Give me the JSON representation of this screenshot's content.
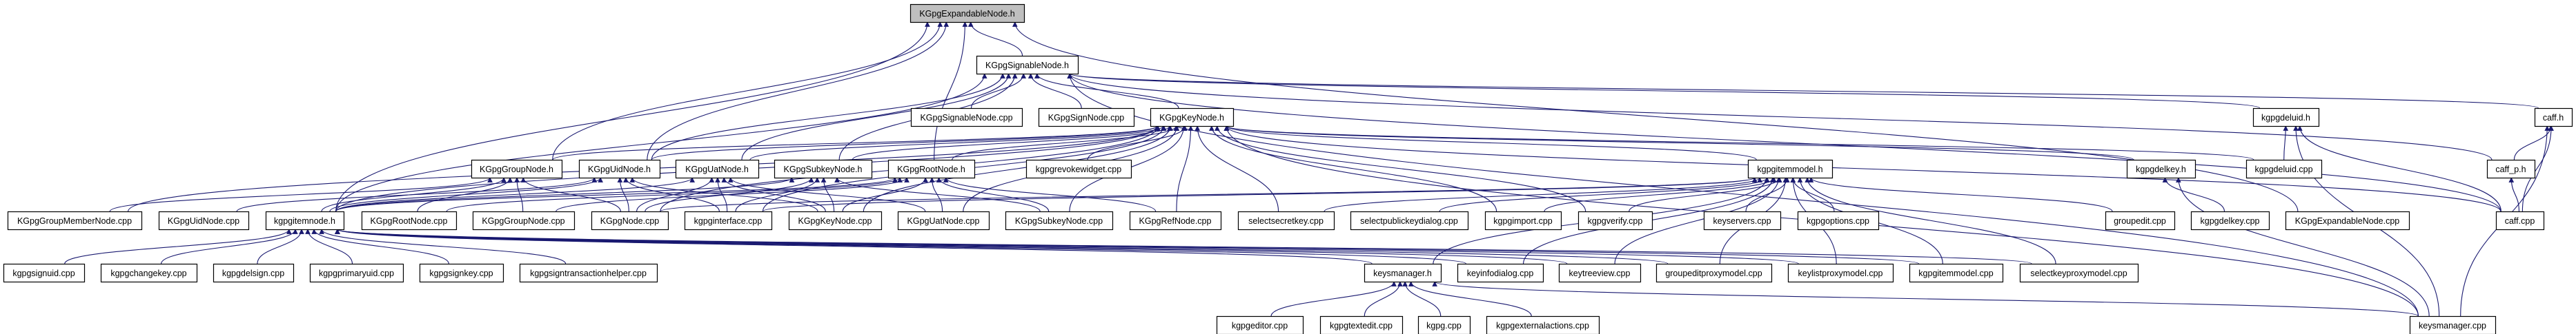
{
  "graph": {
    "edge_color": "#191970",
    "focus_fill": "#bfbfbf",
    "nodes": [
      {
        "id": "KGpgExpandableNode.h",
        "focus": true
      },
      {
        "id": "KGpgSignableNode.h"
      },
      {
        "id": "KGpgSignableNode.cpp"
      },
      {
        "id": "KGpgSignNode.cpp"
      },
      {
        "id": "KGpgKeyNode.h"
      },
      {
        "id": "kgpgdeluid.h"
      },
      {
        "id": "caff.h"
      },
      {
        "id": "KGpgGroupNode.h"
      },
      {
        "id": "KGpgUidNode.h"
      },
      {
        "id": "KGpgUatNode.h"
      },
      {
        "id": "KGpgSubkeyNode.h"
      },
      {
        "id": "KGpgRootNode.h"
      },
      {
        "id": "kgpgrevokewidget.cpp"
      },
      {
        "id": "kgpgitemmodel.h"
      },
      {
        "id": "kgpgdelkey.h"
      },
      {
        "id": "kgpgdeluid.cpp"
      },
      {
        "id": "caff_p.h"
      },
      {
        "id": "KGpgGroupMemberNode.cpp"
      },
      {
        "id": "KGpgUidNode.cpp"
      },
      {
        "id": "kgpgitemnode.h"
      },
      {
        "id": "KGpgRootNode.cpp"
      },
      {
        "id": "KGpgGroupNode.cpp"
      },
      {
        "id": "KGpgNode.cpp"
      },
      {
        "id": "kgpginterface.cpp"
      },
      {
        "id": "KGpgKeyNode.cpp"
      },
      {
        "id": "KGpgUatNode.cpp"
      },
      {
        "id": "KGpgSubkeyNode.cpp"
      },
      {
        "id": "KGpgRefNode.cpp"
      },
      {
        "id": "selectsecretkey.cpp"
      },
      {
        "id": "selectpublickeydialog.cpp"
      },
      {
        "id": "kgpgimport.cpp"
      },
      {
        "id": "kgpgverify.cpp"
      },
      {
        "id": "keyservers.cpp"
      },
      {
        "id": "kgpgoptions.cpp"
      },
      {
        "id": "groupedit.cpp"
      },
      {
        "id": "kgpgdelkey.cpp"
      },
      {
        "id": "KGpgExpandableNode.cpp"
      },
      {
        "id": "caff.cpp"
      },
      {
        "id": "kgpgsignuid.cpp"
      },
      {
        "id": "kgpgchangekey.cpp"
      },
      {
        "id": "kgpgdelsign.cpp"
      },
      {
        "id": "kgpgprimaryuid.cpp"
      },
      {
        "id": "kgpgsignkey.cpp"
      },
      {
        "id": "kgpgsigntransactionhelper.cpp"
      },
      {
        "id": "keysmanager.h"
      },
      {
        "id": "keyinfodialog.cpp"
      },
      {
        "id": "keytreeview.cpp"
      },
      {
        "id": "groupeditproxymodel.cpp"
      },
      {
        "id": "keylistproxymodel.cpp"
      },
      {
        "id": "kgpgitemmodel.cpp"
      },
      {
        "id": "selectkeyproxymodel.cpp"
      },
      {
        "id": "kgpgeditor.cpp"
      },
      {
        "id": "kgpgtextedit.cpp"
      },
      {
        "id": "kgpg.cpp"
      },
      {
        "id": "kgpgexternalactions.cpp"
      },
      {
        "id": "keysmanager.cpp"
      }
    ],
    "edges": [
      [
        "KGpgSignableNode.h",
        "KGpgExpandableNode.h"
      ],
      [
        "KGpgGroupNode.h",
        "KGpgExpandableNode.h"
      ],
      [
        "KGpgRootNode.h",
        "KGpgExpandableNode.h"
      ],
      [
        "kgpgitemnode.h",
        "KGpgExpandableNode.h"
      ],
      [
        "KGpgExpandableNode.cpp",
        "KGpgExpandableNode.h"
      ],
      [
        "KGpgUidNode.h",
        "KGpgExpandableNode.h"
      ],
      [
        "KGpgSignableNode.cpp",
        "KGpgSignableNode.h"
      ],
      [
        "KGpgSignNode.cpp",
        "KGpgSignableNode.h"
      ],
      [
        "KGpgKeyNode.h",
        "KGpgSignableNode.h"
      ],
      [
        "KGpgUidNode.h",
        "KGpgSignableNode.h"
      ],
      [
        "KGpgUatNode.h",
        "KGpgSignableNode.h"
      ],
      [
        "KGpgSubkeyNode.h",
        "KGpgSignableNode.h"
      ],
      [
        "kgpgitemnode.h",
        "KGpgSignableNode.h"
      ],
      [
        "caff.h",
        "KGpgSignableNode.h"
      ],
      [
        "caff_p.h",
        "KGpgSignableNode.h"
      ],
      [
        "caff.cpp",
        "KGpgSignableNode.h"
      ],
      [
        "kgpgdeluid.h",
        "KGpgSignableNode.h"
      ],
      [
        "keysmanager.cpp",
        "KGpgSignableNode.h"
      ],
      [
        "kgpgitemnode.h",
        "KGpgKeyNode.h"
      ],
      [
        "KGpgGroupNode.h",
        "KGpgKeyNode.h"
      ],
      [
        "KGpgUidNode.h",
        "KGpgKeyNode.h"
      ],
      [
        "KGpgUatNode.h",
        "KGpgKeyNode.h"
      ],
      [
        "KGpgSubkeyNode.h",
        "KGpgKeyNode.h"
      ],
      [
        "KGpgRootNode.h",
        "KGpgKeyNode.h"
      ],
      [
        "kgpgrevokewidget.cpp",
        "KGpgKeyNode.h"
      ],
      [
        "kgpgitemmodel.h",
        "KGpgKeyNode.h"
      ],
      [
        "kgpgdelkey.h",
        "KGpgKeyNode.h"
      ],
      [
        "KGpgKeyNode.cpp",
        "KGpgKeyNode.h"
      ],
      [
        "KGpgRefNode.cpp",
        "KGpgKeyNode.h"
      ],
      [
        "kgpginterface.cpp",
        "KGpgKeyNode.h"
      ],
      [
        "KGpgNode.cpp",
        "KGpgKeyNode.h"
      ],
      [
        "KGpgGroupMemberNode.cpp",
        "KGpgKeyNode.h"
      ],
      [
        "kgpgimport.cpp",
        "KGpgKeyNode.h"
      ],
      [
        "kgpgverify.cpp",
        "KGpgKeyNode.h"
      ],
      [
        "selectsecretkey.cpp",
        "KGpgKeyNode.h"
      ],
      [
        "keysmanager.cpp",
        "KGpgKeyNode.h"
      ],
      [
        "caff.cpp",
        "KGpgKeyNode.h"
      ],
      [
        "KGpgUatNode.cpp",
        "KGpgKeyNode.h"
      ],
      [
        "KGpgSubkeyNode.cpp",
        "KGpgKeyNode.h"
      ],
      [
        "kgpgdeluid.cpp",
        "KGpgKeyNode.h"
      ],
      [
        "KGpgGroupMemberNode.cpp",
        "KGpgGroupNode.h"
      ],
      [
        "KGpgGroupNode.cpp",
        "KGpgGroupNode.h"
      ],
      [
        "kgpgitemnode.h",
        "KGpgGroupNode.h"
      ],
      [
        "KGpgRootNode.cpp",
        "KGpgGroupNode.h"
      ],
      [
        "KGpgNode.cpp",
        "KGpgGroupNode.h"
      ],
      [
        "KGpgUidNode.cpp",
        "KGpgUidNode.h"
      ],
      [
        "KGpgNode.cpp",
        "KGpgUidNode.h"
      ],
      [
        "kgpgitemnode.h",
        "KGpgUidNode.h"
      ],
      [
        "KGpgKeyNode.cpp",
        "KGpgUidNode.h"
      ],
      [
        "kgpginterface.cpp",
        "KGpgUidNode.h"
      ],
      [
        "kgpginterface.cpp",
        "KGpgUatNode.h"
      ],
      [
        "KGpgUatNode.cpp",
        "KGpgUatNode.h"
      ],
      [
        "KGpgNode.cpp",
        "KGpgUatNode.h"
      ],
      [
        "KGpgKeyNode.cpp",
        "KGpgUatNode.h"
      ],
      [
        "kgpgitemnode.h",
        "KGpgUatNode.h"
      ],
      [
        "KGpgSubkeyNode.cpp",
        "KGpgSubkeyNode.h"
      ],
      [
        "KGpgKeyNode.cpp",
        "KGpgSubkeyNode.h"
      ],
      [
        "kgpginterface.cpp",
        "KGpgSubkeyNode.h"
      ],
      [
        "KGpgNode.cpp",
        "KGpgSubkeyNode.h"
      ],
      [
        "kgpgitemnode.h",
        "KGpgSubkeyNode.h"
      ],
      [
        "KGpgRootNode.cpp",
        "KGpgRootNode.h"
      ],
      [
        "KGpgKeyNode.cpp",
        "KGpgRootNode.h"
      ],
      [
        "kgpgitemnode.h",
        "KGpgRootNode.h"
      ],
      [
        "KGpgRefNode.cpp",
        "KGpgRootNode.h"
      ],
      [
        "KGpgGroupNode.cpp",
        "KGpgRootNode.h"
      ],
      [
        "KGpgSubkeyNode.cpp",
        "KGpgRootNode.h"
      ],
      [
        "KGpgUatNode.cpp",
        "KGpgRootNode.h"
      ],
      [
        "selectsecretkey.cpp",
        "kgpgitemmodel.h"
      ],
      [
        "selectpublickeydialog.cpp",
        "kgpgitemmodel.h"
      ],
      [
        "kgpgimport.cpp",
        "kgpgitemmodel.h"
      ],
      [
        "kgpgverify.cpp",
        "kgpgitemmodel.h"
      ],
      [
        "keyservers.cpp",
        "kgpgitemmodel.h"
      ],
      [
        "kgpgoptions.cpp",
        "kgpgitemmodel.h"
      ],
      [
        "keysmanager.h",
        "kgpgitemmodel.h"
      ],
      [
        "keyinfodialog.cpp",
        "kgpgitemmodel.h"
      ],
      [
        "keytreeview.cpp",
        "kgpgitemmodel.h"
      ],
      [
        "groupeditproxymodel.cpp",
        "kgpgitemmodel.h"
      ],
      [
        "keylistproxymodel.cpp",
        "kgpgitemmodel.h"
      ],
      [
        "kgpgitemmodel.cpp",
        "kgpgitemmodel.h"
      ],
      [
        "selectkeyproxymodel.cpp",
        "kgpgitemmodel.h"
      ],
      [
        "groupedit.cpp",
        "kgpgitemmodel.h"
      ],
      [
        "KGpgNode.cpp",
        "kgpgitemmodel.h"
      ],
      [
        "kgpginterface.cpp",
        "kgpgitemmodel.h"
      ],
      [
        "kgpgsignuid.cpp",
        "kgpgitemnode.h"
      ],
      [
        "kgpgchangekey.cpp",
        "kgpgitemnode.h"
      ],
      [
        "kgpgdelsign.cpp",
        "kgpgitemnode.h"
      ],
      [
        "kgpgprimaryuid.cpp",
        "kgpgitemnode.h"
      ],
      [
        "kgpgsignkey.cpp",
        "kgpgitemnode.h"
      ],
      [
        "kgpgsigntransactionhelper.cpp",
        "kgpgitemnode.h"
      ],
      [
        "keysmanager.h",
        "kgpgitemnode.h"
      ],
      [
        "keyinfodialog.cpp",
        "kgpgitemnode.h"
      ],
      [
        "keytreeview.cpp",
        "kgpgitemnode.h"
      ],
      [
        "groupeditproxymodel.cpp",
        "kgpgitemnode.h"
      ],
      [
        "keylistproxymodel.cpp",
        "kgpgitemnode.h"
      ],
      [
        "kgpgitemmodel.cpp",
        "kgpgitemnode.h"
      ],
      [
        "selectkeyproxymodel.cpp",
        "kgpgitemnode.h"
      ],
      [
        "kgpgeditor.cpp",
        "keysmanager.h"
      ],
      [
        "kgpgtextedit.cpp",
        "keysmanager.h"
      ],
      [
        "kgpg.cpp",
        "keysmanager.h"
      ],
      [
        "kgpgexternalactions.cpp",
        "keysmanager.h"
      ],
      [
        "keysmanager.cpp",
        "keysmanager.h"
      ],
      [
        "kgpgdeluid.cpp",
        "kgpgdeluid.h"
      ],
      [
        "caff.cpp",
        "kgpgdeluid.h"
      ],
      [
        "keysmanager.cpp",
        "kgpgdeluid.h"
      ],
      [
        "kgpgdelkey.cpp",
        "kgpgdelkey.h"
      ],
      [
        "keysmanager.cpp",
        "kgpgdelkey.h"
      ],
      [
        "caff_p.h",
        "caff.h"
      ],
      [
        "caff.cpp",
        "caff.h"
      ],
      [
        "keysmanager.cpp",
        "caff.h"
      ],
      [
        "caff.cpp",
        "caff_p.h"
      ]
    ]
  }
}
